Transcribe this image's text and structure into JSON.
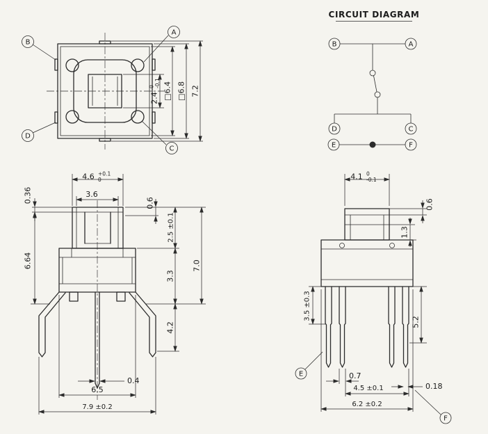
{
  "colors": {
    "ink": "#2b2b2b",
    "background": "#f5f4ef"
  },
  "circuit": {
    "title": "CIRCUIT DIAGRAM",
    "terminal_a": "A",
    "terminal_b": "B",
    "terminal_c": "C",
    "terminal_d": "D",
    "terminal_e": "E",
    "terminal_f": "F"
  },
  "top_view": {
    "label_a": "A",
    "label_b": "B",
    "label_c": "C",
    "label_d": "D",
    "dim_button": "2.4",
    "dim_button_tol_hi": "0",
    "dim_button_tol_lo": "-0.1",
    "dim_inner": "□6.4",
    "dim_body": "□6.8",
    "dim_overall": "7.2"
  },
  "front_view": {
    "dim_stem": "4.6",
    "dim_stem_tol_hi": "+0.1",
    "dim_stem_tol_lo": "0",
    "dim_tip": "0.36",
    "dim_slot": "3.6",
    "dim_step": "0.6",
    "dim_stem_h": "2.5 ±0.1",
    "dim_left_h": "6.64",
    "dim_body_h": "3.3",
    "dim_height": "7.0",
    "dim_leg_len": "4.2",
    "dim_pin_w": "0.4",
    "dim_body_w": "6.5",
    "dim_span": "7.9 ±0.2"
  },
  "side_view": {
    "label_e": "E",
    "label_f": "F",
    "dim_stem": "4.1",
    "dim_stem_tol_hi": "0",
    "dim_stem_tol_lo": "-0.1",
    "dim_cap": "0.6",
    "dim_neck": "1.3",
    "dim_shoulder": "3.5 ±0.3",
    "dim_leg": "5.2",
    "dim_leg_w": "0.7",
    "dim_pitch": "4.5 ±0.1",
    "dim_thick": "0.18",
    "dim_body_w": "6.2 ±0.2"
  }
}
